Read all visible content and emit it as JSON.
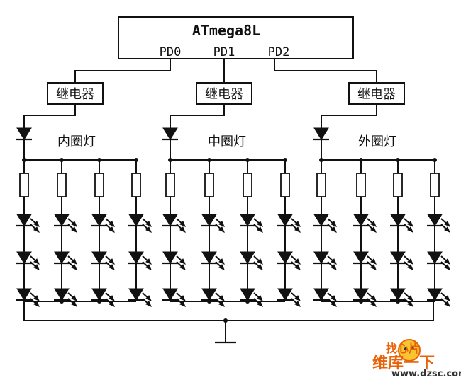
{
  "mcu": {
    "name": "ATmega8L",
    "pins": [
      "PD0",
      "PD1",
      "PD2"
    ]
  },
  "relays": [
    "继电器",
    "继电器",
    "继电器"
  ],
  "groups": [
    "内圈灯",
    "中圈灯",
    "外圈灯"
  ],
  "watermark": {
    "badge": "找心片",
    "site_cn": "维库一下",
    "url": "www.dzsc.com"
  }
}
